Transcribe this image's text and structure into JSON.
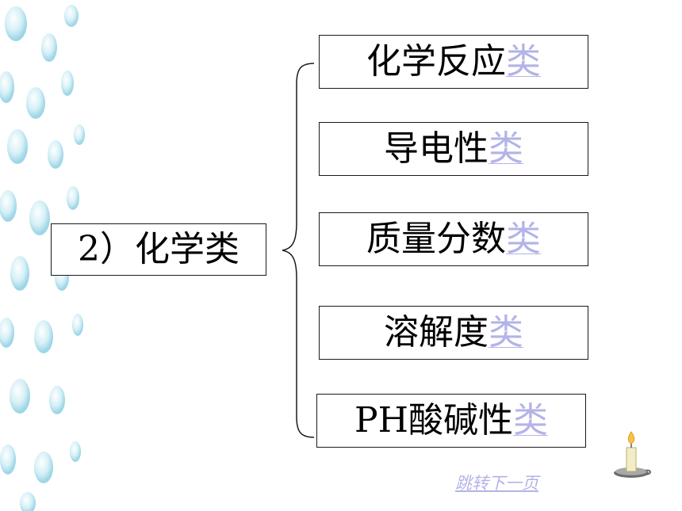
{
  "root": {
    "label": "2）化学类"
  },
  "branches": [
    {
      "label": "化学反应",
      "link": "类"
    },
    {
      "label": "导电性",
      "link": "类"
    },
    {
      "label": "质量分数",
      "link": "类"
    },
    {
      "label": "溶解度",
      "link": "类"
    },
    {
      "label": "PH酸碱性",
      "link": "类"
    }
  ],
  "next_link": "跳转下一页",
  "icons": {
    "candle": "candle-icon"
  },
  "colors": {
    "link": "#b3b3e8",
    "border": "#1a1a1a",
    "bubbles": "#9dd6e8"
  }
}
